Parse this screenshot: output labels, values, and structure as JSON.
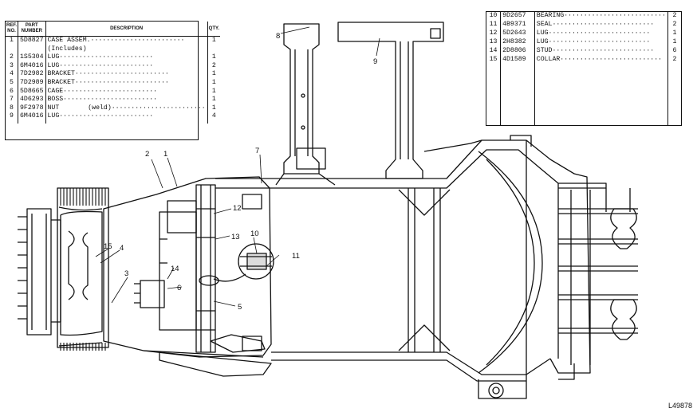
{
  "parts_table_left": {
    "headers": {
      "ref": "REF. NO.",
      "part": "PART NUMBER",
      "desc": "DESCRIPTION",
      "qty": "QTY."
    },
    "rows": [
      {
        "ref": "1",
        "part": "5D8827",
        "desc": "CASE ASSEM.",
        "qty": "1"
      },
      {
        "ref": "",
        "part": "",
        "desc": "(Includes)",
        "qty": ""
      },
      {
        "ref": "2",
        "part": "1S5304",
        "desc": "LUG",
        "qty": "1"
      },
      {
        "ref": "3",
        "part": "6M4016",
        "desc": "LUG",
        "qty": "2"
      },
      {
        "ref": "4",
        "part": "7D2982",
        "desc": "BRACKET",
        "qty": "1"
      },
      {
        "ref": "5",
        "part": "7D2989",
        "desc": "BRACKET",
        "qty": "1"
      },
      {
        "ref": "6",
        "part": "5D8665",
        "desc": "CAGE",
        "qty": "1"
      },
      {
        "ref": "7",
        "part": "4D6293",
        "desc": "BOSS",
        "qty": "1"
      },
      {
        "ref": "8",
        "part": "9F2978",
        "desc": "NUT",
        "note": "(weld)",
        "qty": "1"
      },
      {
        "ref": "9",
        "part": "6M4016",
        "desc": "LUG",
        "qty": "4"
      }
    ]
  },
  "parts_table_right": {
    "rows": [
      {
        "ref": "10",
        "part": "9D2657",
        "desc": "BEARING",
        "qty": "2"
      },
      {
        "ref": "11",
        "part": "4B9371",
        "desc": "SEAL",
        "qty": "2"
      },
      {
        "ref": "12",
        "part": "5D2643",
        "desc": "LUG",
        "qty": "1"
      },
      {
        "ref": "13",
        "part": "2H8382",
        "desc": "LUG",
        "qty": "1"
      },
      {
        "ref": "14",
        "part": "2D8806",
        "desc": "STUD",
        "qty": "6"
      },
      {
        "ref": "15",
        "part": "4D1589",
        "desc": "COLLAR",
        "qty": "2"
      }
    ]
  },
  "callouts": [
    "1",
    "2",
    "3",
    "4",
    "5",
    "6",
    "7",
    "8",
    "9",
    "10",
    "11",
    "12",
    "13",
    "14",
    "15"
  ],
  "figure_id": "L49878"
}
